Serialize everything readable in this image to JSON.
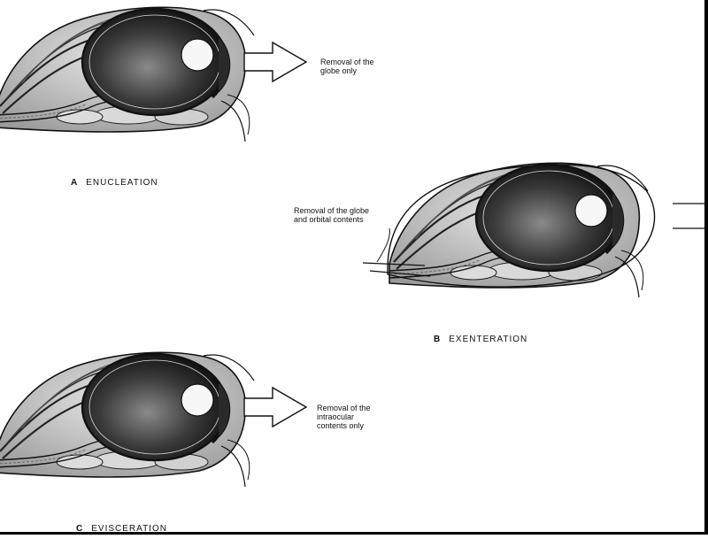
{
  "panels": [
    {
      "letter": "A",
      "title": "ENUCLEATION",
      "note": "Removal of the\nglobe only"
    },
    {
      "letter": "B",
      "title": "EXENTERATION",
      "note": "Removal of the globe\nand orbital contents"
    },
    {
      "letter": "C",
      "title": "EVISCERATION",
      "note": "Removal of the\nintraocular\ncontents only"
    }
  ],
  "colors": {
    "ink": "#111111",
    "eye_interior": "#1a1a1a",
    "tissue": "#cfcfcf",
    "background": "#ffffff"
  }
}
